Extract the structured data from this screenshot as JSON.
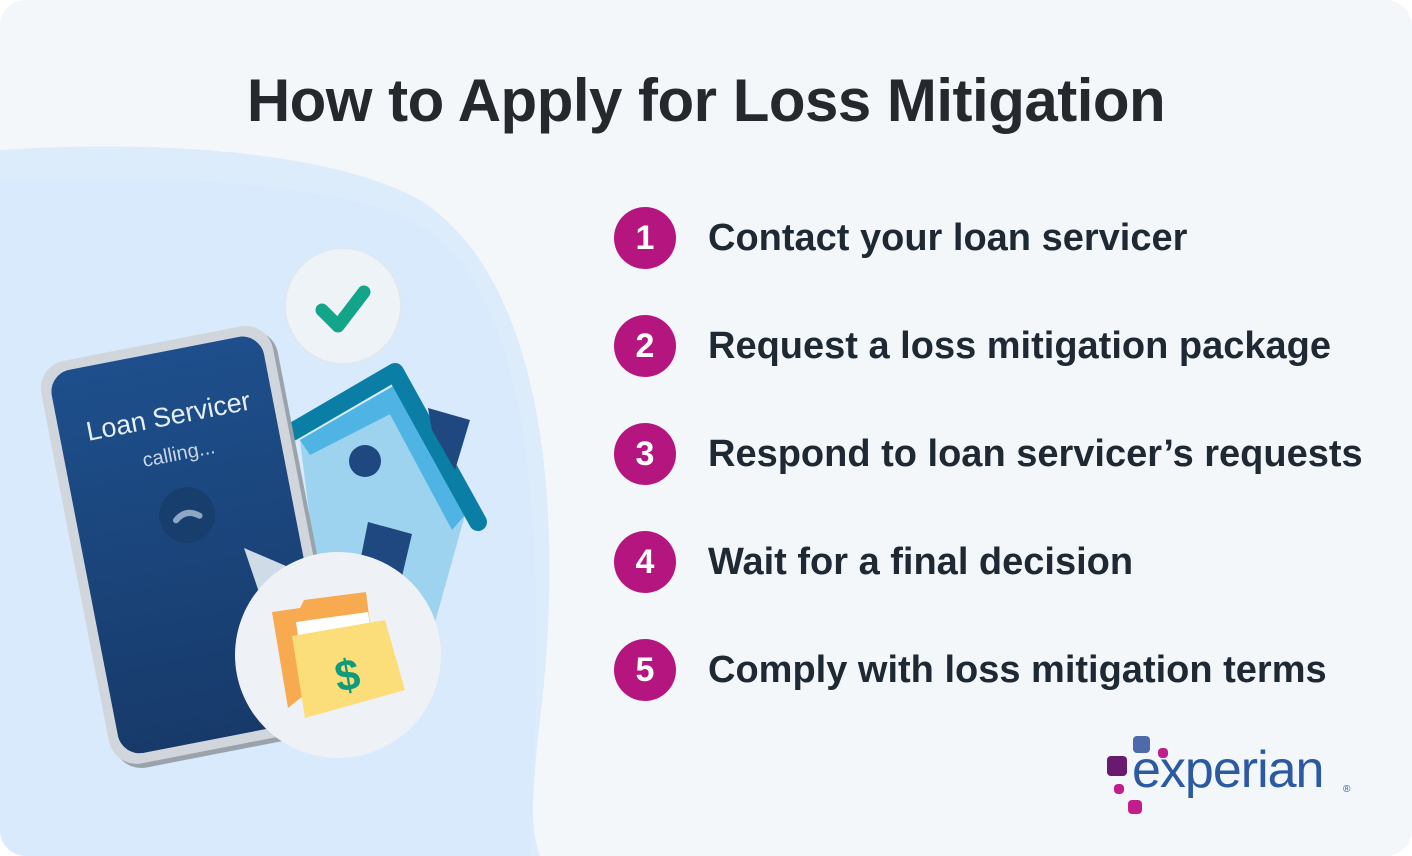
{
  "title": "How to Apply for Loss Mitigation",
  "steps": [
    {
      "number": "1",
      "label": "Contact your loan servicer"
    },
    {
      "number": "2",
      "label": "Request a loss mitigation package"
    },
    {
      "number": "3",
      "label": "Respond to loan servicer’s requests"
    },
    {
      "number": "4",
      "label": "Wait for a final decision"
    },
    {
      "number": "5",
      "label": "Comply with loss mitigation terms"
    }
  ],
  "illustration": {
    "phone_title": "Loan Servicer",
    "phone_status": "calling...",
    "folder_symbol": "$",
    "icons": [
      "checkmark-icon",
      "house-icon",
      "phone-hangup-icon",
      "money-folder-icon"
    ]
  },
  "brand": {
    "logo_text": "experian",
    "registered_mark": "®"
  },
  "colors": {
    "accent": "#b5157f",
    "brand_blue": "#2b5aa3",
    "title": "#25292e",
    "check_green": "#12a58a"
  }
}
